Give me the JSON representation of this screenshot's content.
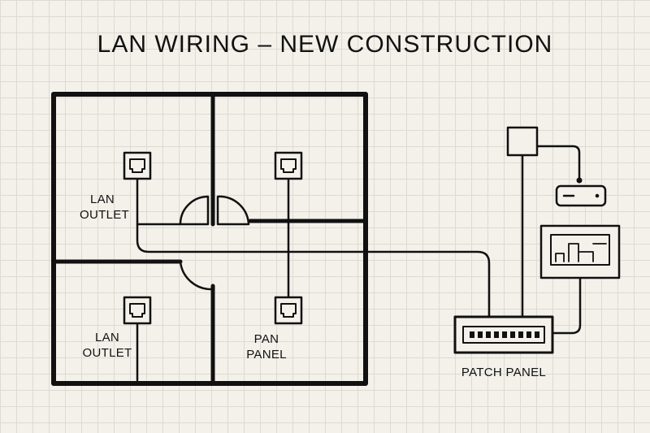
{
  "title": "LAN WIRING – NEW CONSTRUCTION",
  "labels": {
    "outlet_top_left": [
      "LAN",
      "OUTLET"
    ],
    "outlet_bottom_left": [
      "LAN",
      "OUTLET"
    ],
    "pan_panel": [
      "PAN",
      "PANEL"
    ],
    "patch_panel": "PATCH PANEL"
  },
  "colors": {
    "ink": "#111111",
    "background": "#f3f1ea",
    "grid": "#dcdad2"
  }
}
